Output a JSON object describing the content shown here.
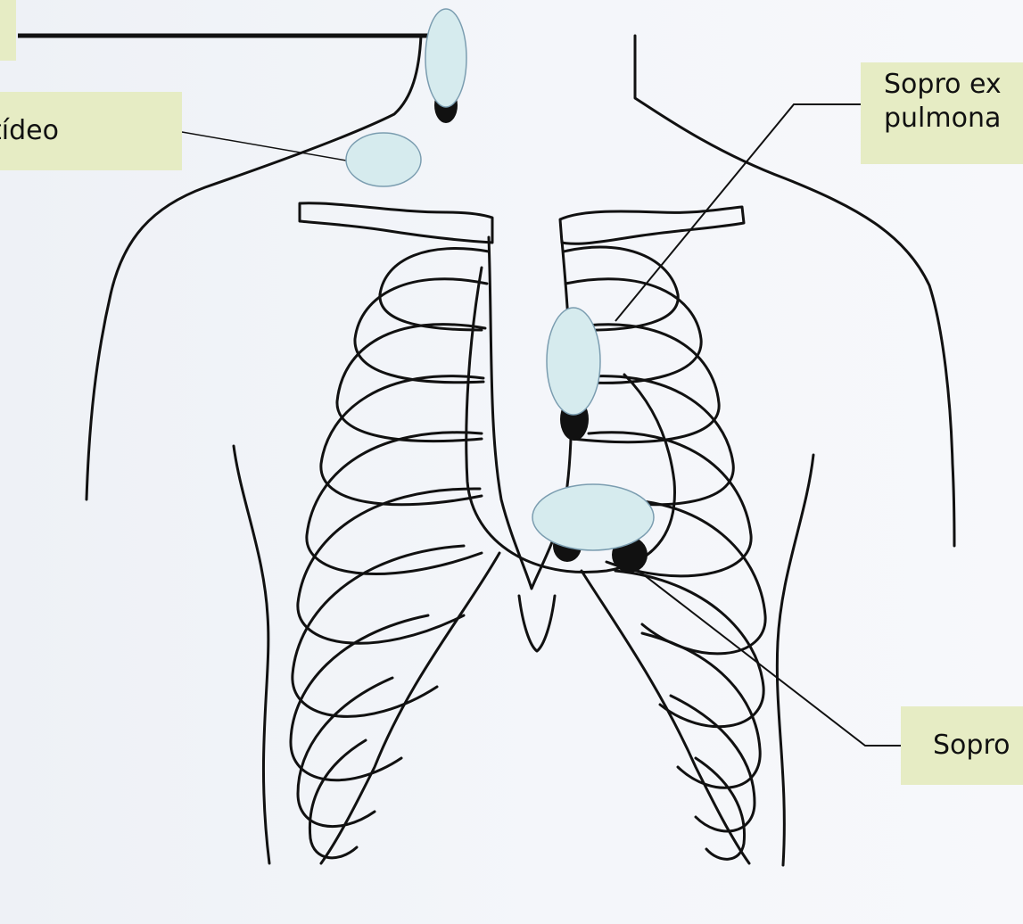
{
  "labels": {
    "top_left": "",
    "carotid": "tídeo",
    "pulmonary_line1": "Sopro ex",
    "pulmonary_line2": "pulmona",
    "bottom_right": "Sopro"
  },
  "colors": {
    "label_bg": "#e6ecc4",
    "area_fill": "#d6ebee",
    "area_stroke": "#7b9db0",
    "ink": "#111111"
  }
}
